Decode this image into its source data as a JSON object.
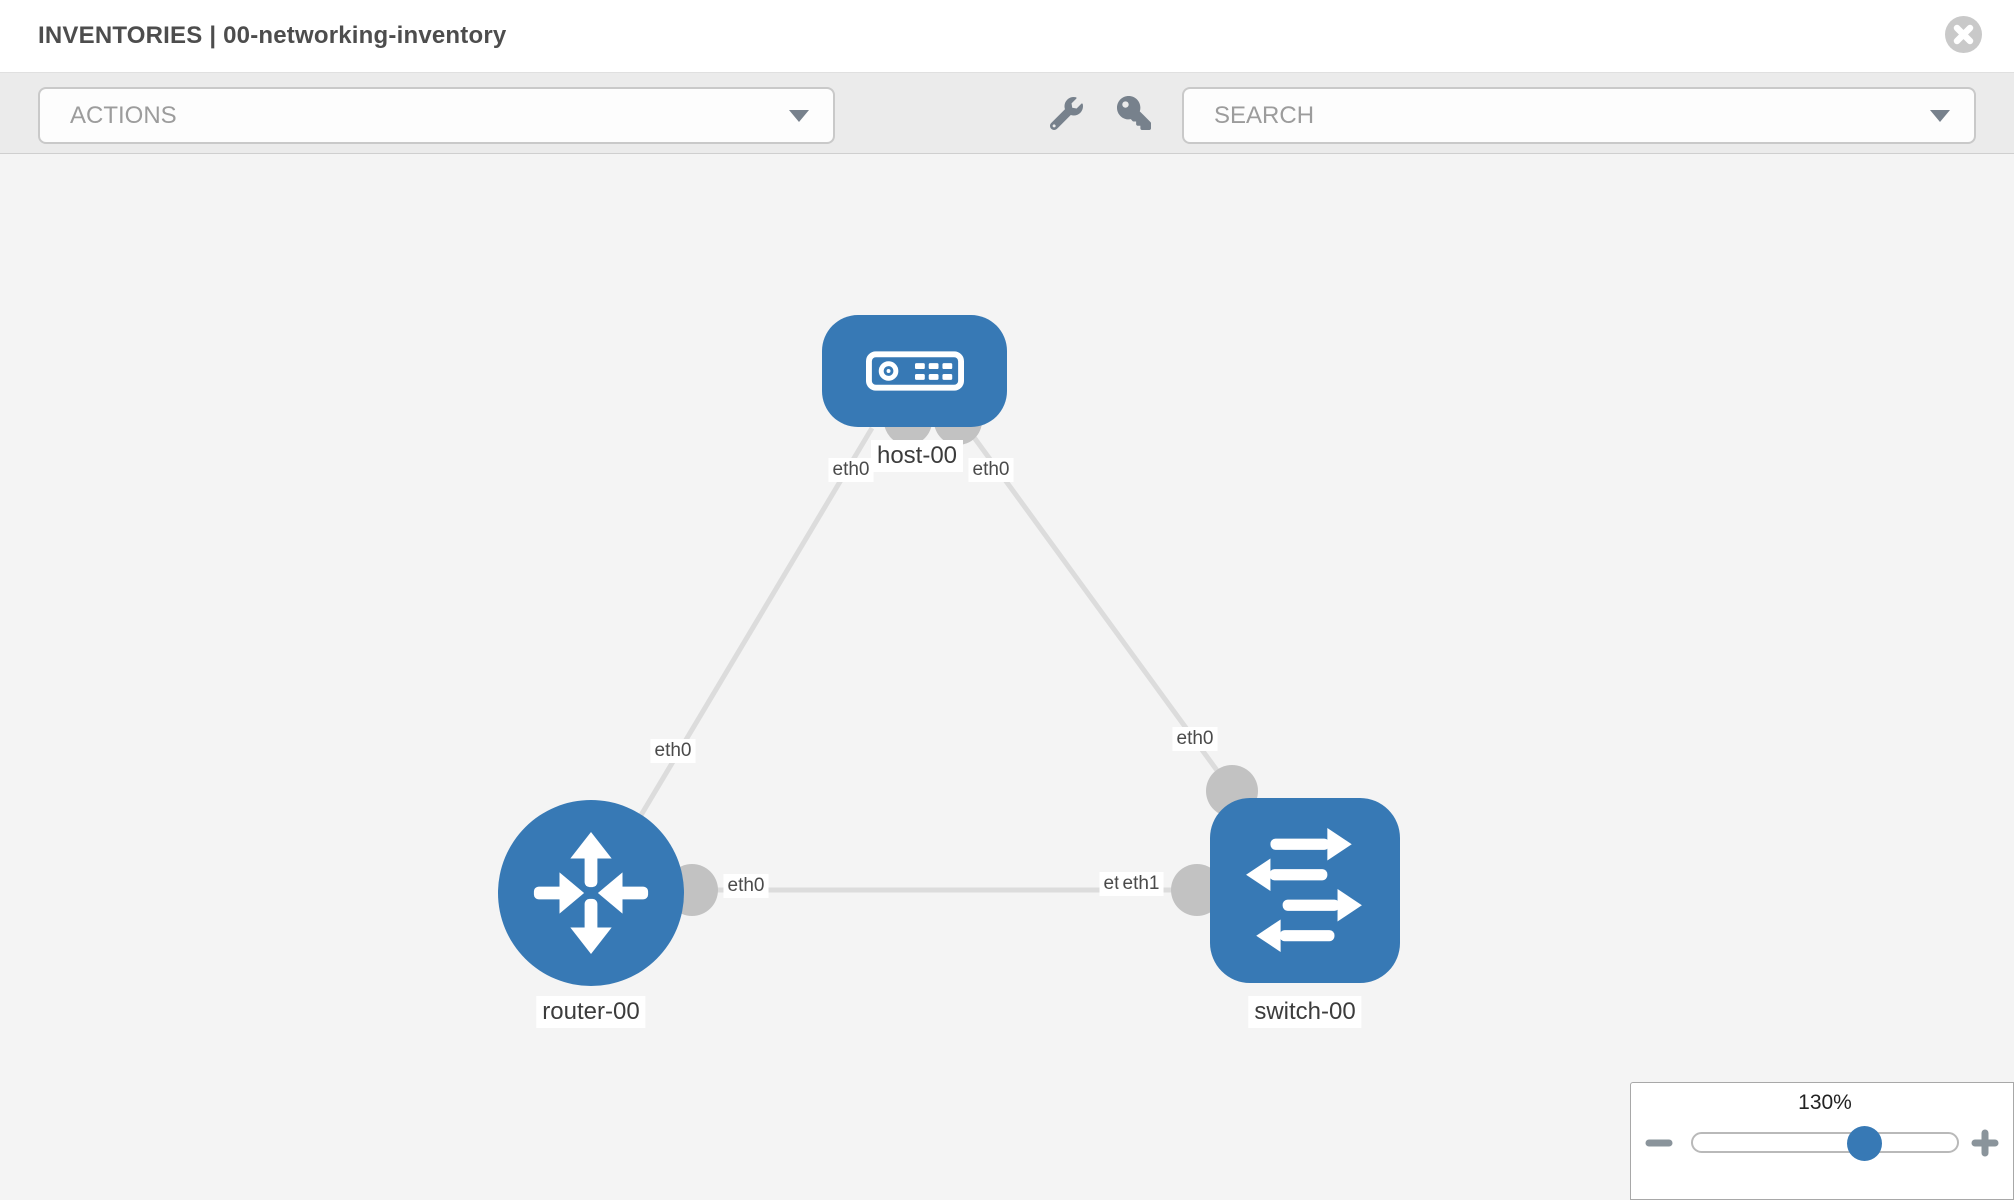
{
  "header": {
    "title": "INVENTORIES | 00-networking-inventory"
  },
  "toolbar": {
    "actions_label": "ACTIONS",
    "search_placeholder": "SEARCH"
  },
  "canvas": {
    "nodes": {
      "host": {
        "label": "host-00",
        "type": "host"
      },
      "router": {
        "label": "router-00",
        "type": "router"
      },
      "switch": {
        "label": "switch-00",
        "type": "switch"
      }
    },
    "interfaces": {
      "host_to_router": "eth0",
      "host_to_switch": "eth0",
      "router_to_host": "eth0",
      "switch_to_host": "eth0",
      "router_to_switch": "eth0",
      "switch_to_router": "eth1",
      "switch_to_router_overlapped": "eth0"
    },
    "links": [
      {
        "from": "host-00",
        "from_if": "eth0",
        "to": "router-00",
        "to_if": "eth0"
      },
      {
        "from": "host-00",
        "from_if": "eth0",
        "to": "switch-00",
        "to_if": "eth0"
      },
      {
        "from": "router-00",
        "from_if": "eth0",
        "to": "switch-00",
        "to_if": "eth1"
      }
    ]
  },
  "zoom_panel": {
    "level": "130%"
  },
  "icons": {
    "close": "close-icon",
    "wrench": "wrench-icon",
    "key": "key-icon",
    "dropdown": "chevron-down-icon",
    "minus": "minus-icon",
    "plus": "plus-icon"
  },
  "colors": {
    "node_blue": "#3779b5",
    "link_gray": "#dcdcdc",
    "connector_gray": "#c2c2c2",
    "icon_slate": "#77818c",
    "toolbar_bg": "#ebebeb",
    "canvas_bg": "#f4f4f4"
  }
}
